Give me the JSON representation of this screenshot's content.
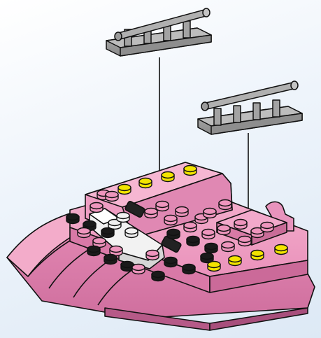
{
  "illustration": {
    "subject": "lego-build-instruction-step",
    "palette": {
      "background": "#e6eef8",
      "pink_light": "#f2a3c5",
      "pink_mid": "#e88db7",
      "pink_dark": "#c96a99",
      "stud_yellow": "#f3e400",
      "stud_black": "#1a1a1a",
      "white_part": "#f2f2f2",
      "grey_part": "#9d9d9d",
      "grey_dark": "#7c7c7c",
      "outline": "#111111"
    },
    "callouts": [
      {
        "part": "grey-bar-holder-with-clips",
        "count": 1
      },
      {
        "part": "grey-bar-holder-with-clips",
        "count": 1
      }
    ]
  }
}
